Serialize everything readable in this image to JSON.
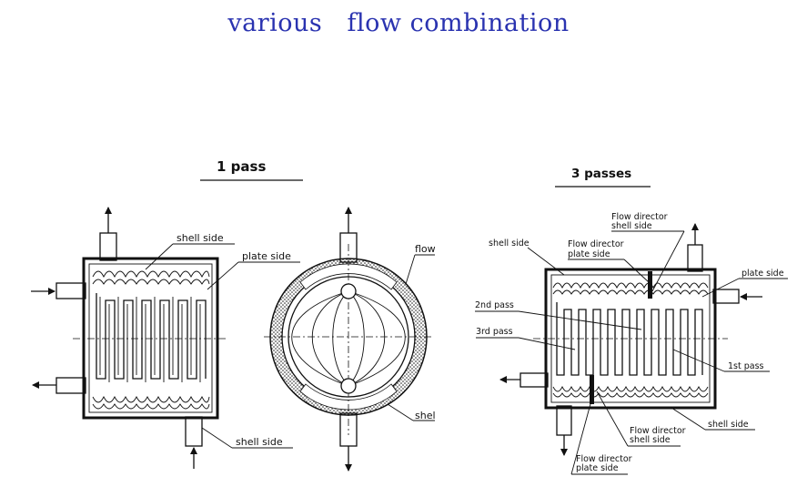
{
  "title": "various   flow combination",
  "left": {
    "heading": "1 pass",
    "labels": {
      "shell_side_top": "shell side",
      "plate_side": "plate side",
      "shell_side_bottom": "shell side"
    },
    "circle_labels": {
      "flow": "flow",
      "shell": "shel"
    }
  },
  "right": {
    "heading": "3 passes",
    "labels": {
      "shell_side_top": "shell side",
      "flow_director_plate_top": [
        "Flow director",
        "plate side"
      ],
      "flow_director_shell_top": [
        "Flow director",
        "shell side"
      ],
      "plate_side": "plate side",
      "pass2": "2nd pass",
      "pass3": "3rd pass",
      "pass1": "1st pass",
      "shell_side_bottom": "shell side",
      "flow_director_shell_bottom": [
        "Flow director",
        "shell side"
      ],
      "flow_director_plate_bottom": [
        "Flow director",
        "plate side"
      ]
    }
  }
}
